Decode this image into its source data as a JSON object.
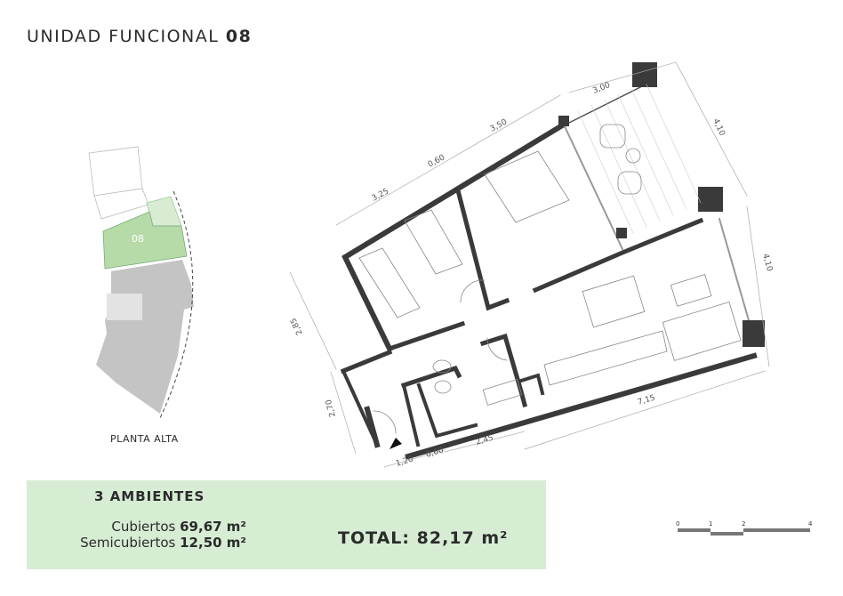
{
  "title": {
    "prefix": "UNIDAD FUNCIONAL",
    "number": "08"
  },
  "keyplan": {
    "unit_label": "08",
    "floor_label": "PLANTA ALTA",
    "colors": {
      "unit": "#b6dba8",
      "terrace": "#d9ecd3",
      "building": "#c4c4c4"
    }
  },
  "plan": {
    "dimensions": [
      "3,00",
      "3,50",
      "0,60",
      "3,25",
      "4,10",
      "4,10",
      "2,85",
      "2,70",
      "7,15",
      "2,45",
      "1,20",
      "0,60"
    ]
  },
  "summary": {
    "ambientes": "3 AMBIENTES",
    "cubiertos_label": "Cubiertos",
    "cubiertos_value": "69,67 m²",
    "semicubiertos_label": "Semicubiertos",
    "semicubiertos_value": "12,50 m²",
    "total_label": "TOTAL:",
    "total_value": "82,17 m²",
    "bg_color": "#d6edd4"
  },
  "scale": {
    "ticks": [
      "0",
      "1",
      "2",
      "4"
    ]
  }
}
